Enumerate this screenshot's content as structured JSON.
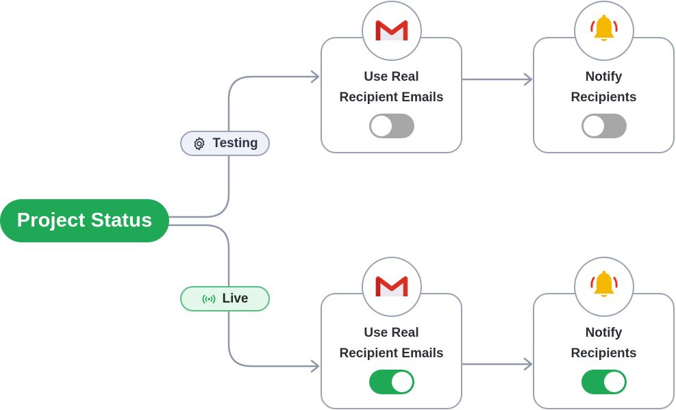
{
  "root": {
    "label": "Project Status"
  },
  "branches": [
    {
      "label": "Testing",
      "icon": "gear-icon",
      "steps": [
        {
          "title_line1": "Use Real",
          "title_line2": "Recipient Emails",
          "icon": "gmail-icon",
          "enabled": false
        },
        {
          "title_line1": "Notify",
          "title_line2": "Recipients",
          "icon": "bell-icon",
          "enabled": false
        }
      ]
    },
    {
      "label": "Live",
      "icon": "broadcast-icon",
      "steps": [
        {
          "title_line1": "Use Real",
          "title_line2": "Recipient Emails",
          "icon": "gmail-icon",
          "enabled": true
        },
        {
          "title_line1": "Notify",
          "title_line2": "Recipients",
          "icon": "bell-icon",
          "enabled": true
        }
      ]
    }
  ],
  "colors": {
    "accent_green": "#1fa855",
    "toggle_off": "#a7a7a7",
    "connector": "#8f97ab",
    "bell_yellow": "#f5b800",
    "gmail_red": "#d93025"
  }
}
